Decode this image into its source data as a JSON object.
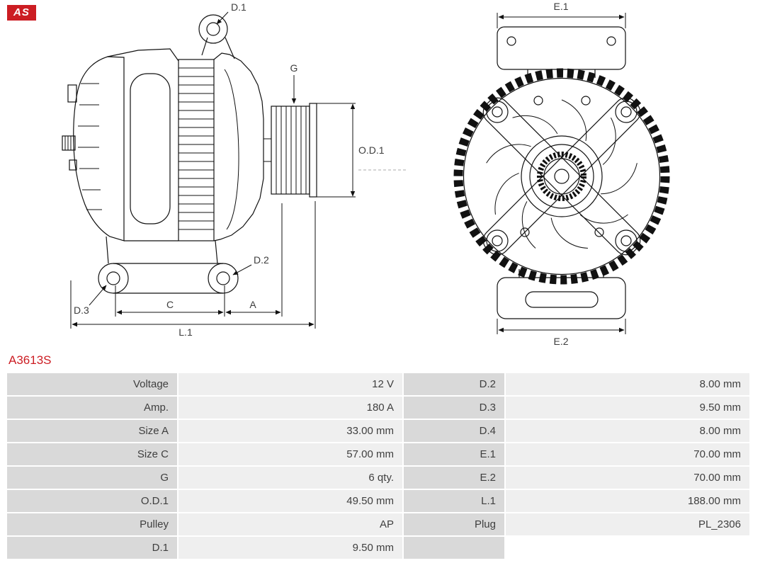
{
  "logo": {
    "text": "AS"
  },
  "part_number": "A3613S",
  "colors": {
    "accent_red": "#cc1d23",
    "table_label_bg": "#d9d9d9",
    "table_value_bg": "#efefef",
    "line_color": "#111111"
  },
  "diagram": {
    "side_view": {
      "d1_label": "D.1",
      "g_label": "G",
      "od1_label": "O.D.1",
      "d2_label": "D.2",
      "d3_label": "D.3",
      "c_label": "C",
      "a_label": "A",
      "l1_label": "L.1"
    },
    "front_view": {
      "e1_label": "E.1",
      "e2_label": "E.2"
    }
  },
  "table": {
    "rows": [
      {
        "label1": "Voltage",
        "value1": "12 V",
        "label2": "D.2",
        "value2": "8.00 mm"
      },
      {
        "label1": "Amp.",
        "value1": "180 A",
        "label2": "D.3",
        "value2": "9.50 mm"
      },
      {
        "label1": "Size A",
        "value1": "33.00 mm",
        "label2": "D.4",
        "value2": "8.00 mm"
      },
      {
        "label1": "Size C",
        "value1": "57.00 mm",
        "label2": "E.1",
        "value2": "70.00 mm"
      },
      {
        "label1": "G",
        "value1": "6 qty.",
        "label2": "E.2",
        "value2": "70.00 mm"
      },
      {
        "label1": "O.D.1",
        "value1": "49.50 mm",
        "label2": "L.1",
        "value2": "188.00 mm"
      },
      {
        "label1": "Pulley",
        "value1": "AP",
        "label2": "Plug",
        "value2": "PL_2306"
      },
      {
        "label1": "D.1",
        "value1": "9.50 mm",
        "label2": "",
        "value2": ""
      }
    ]
  }
}
